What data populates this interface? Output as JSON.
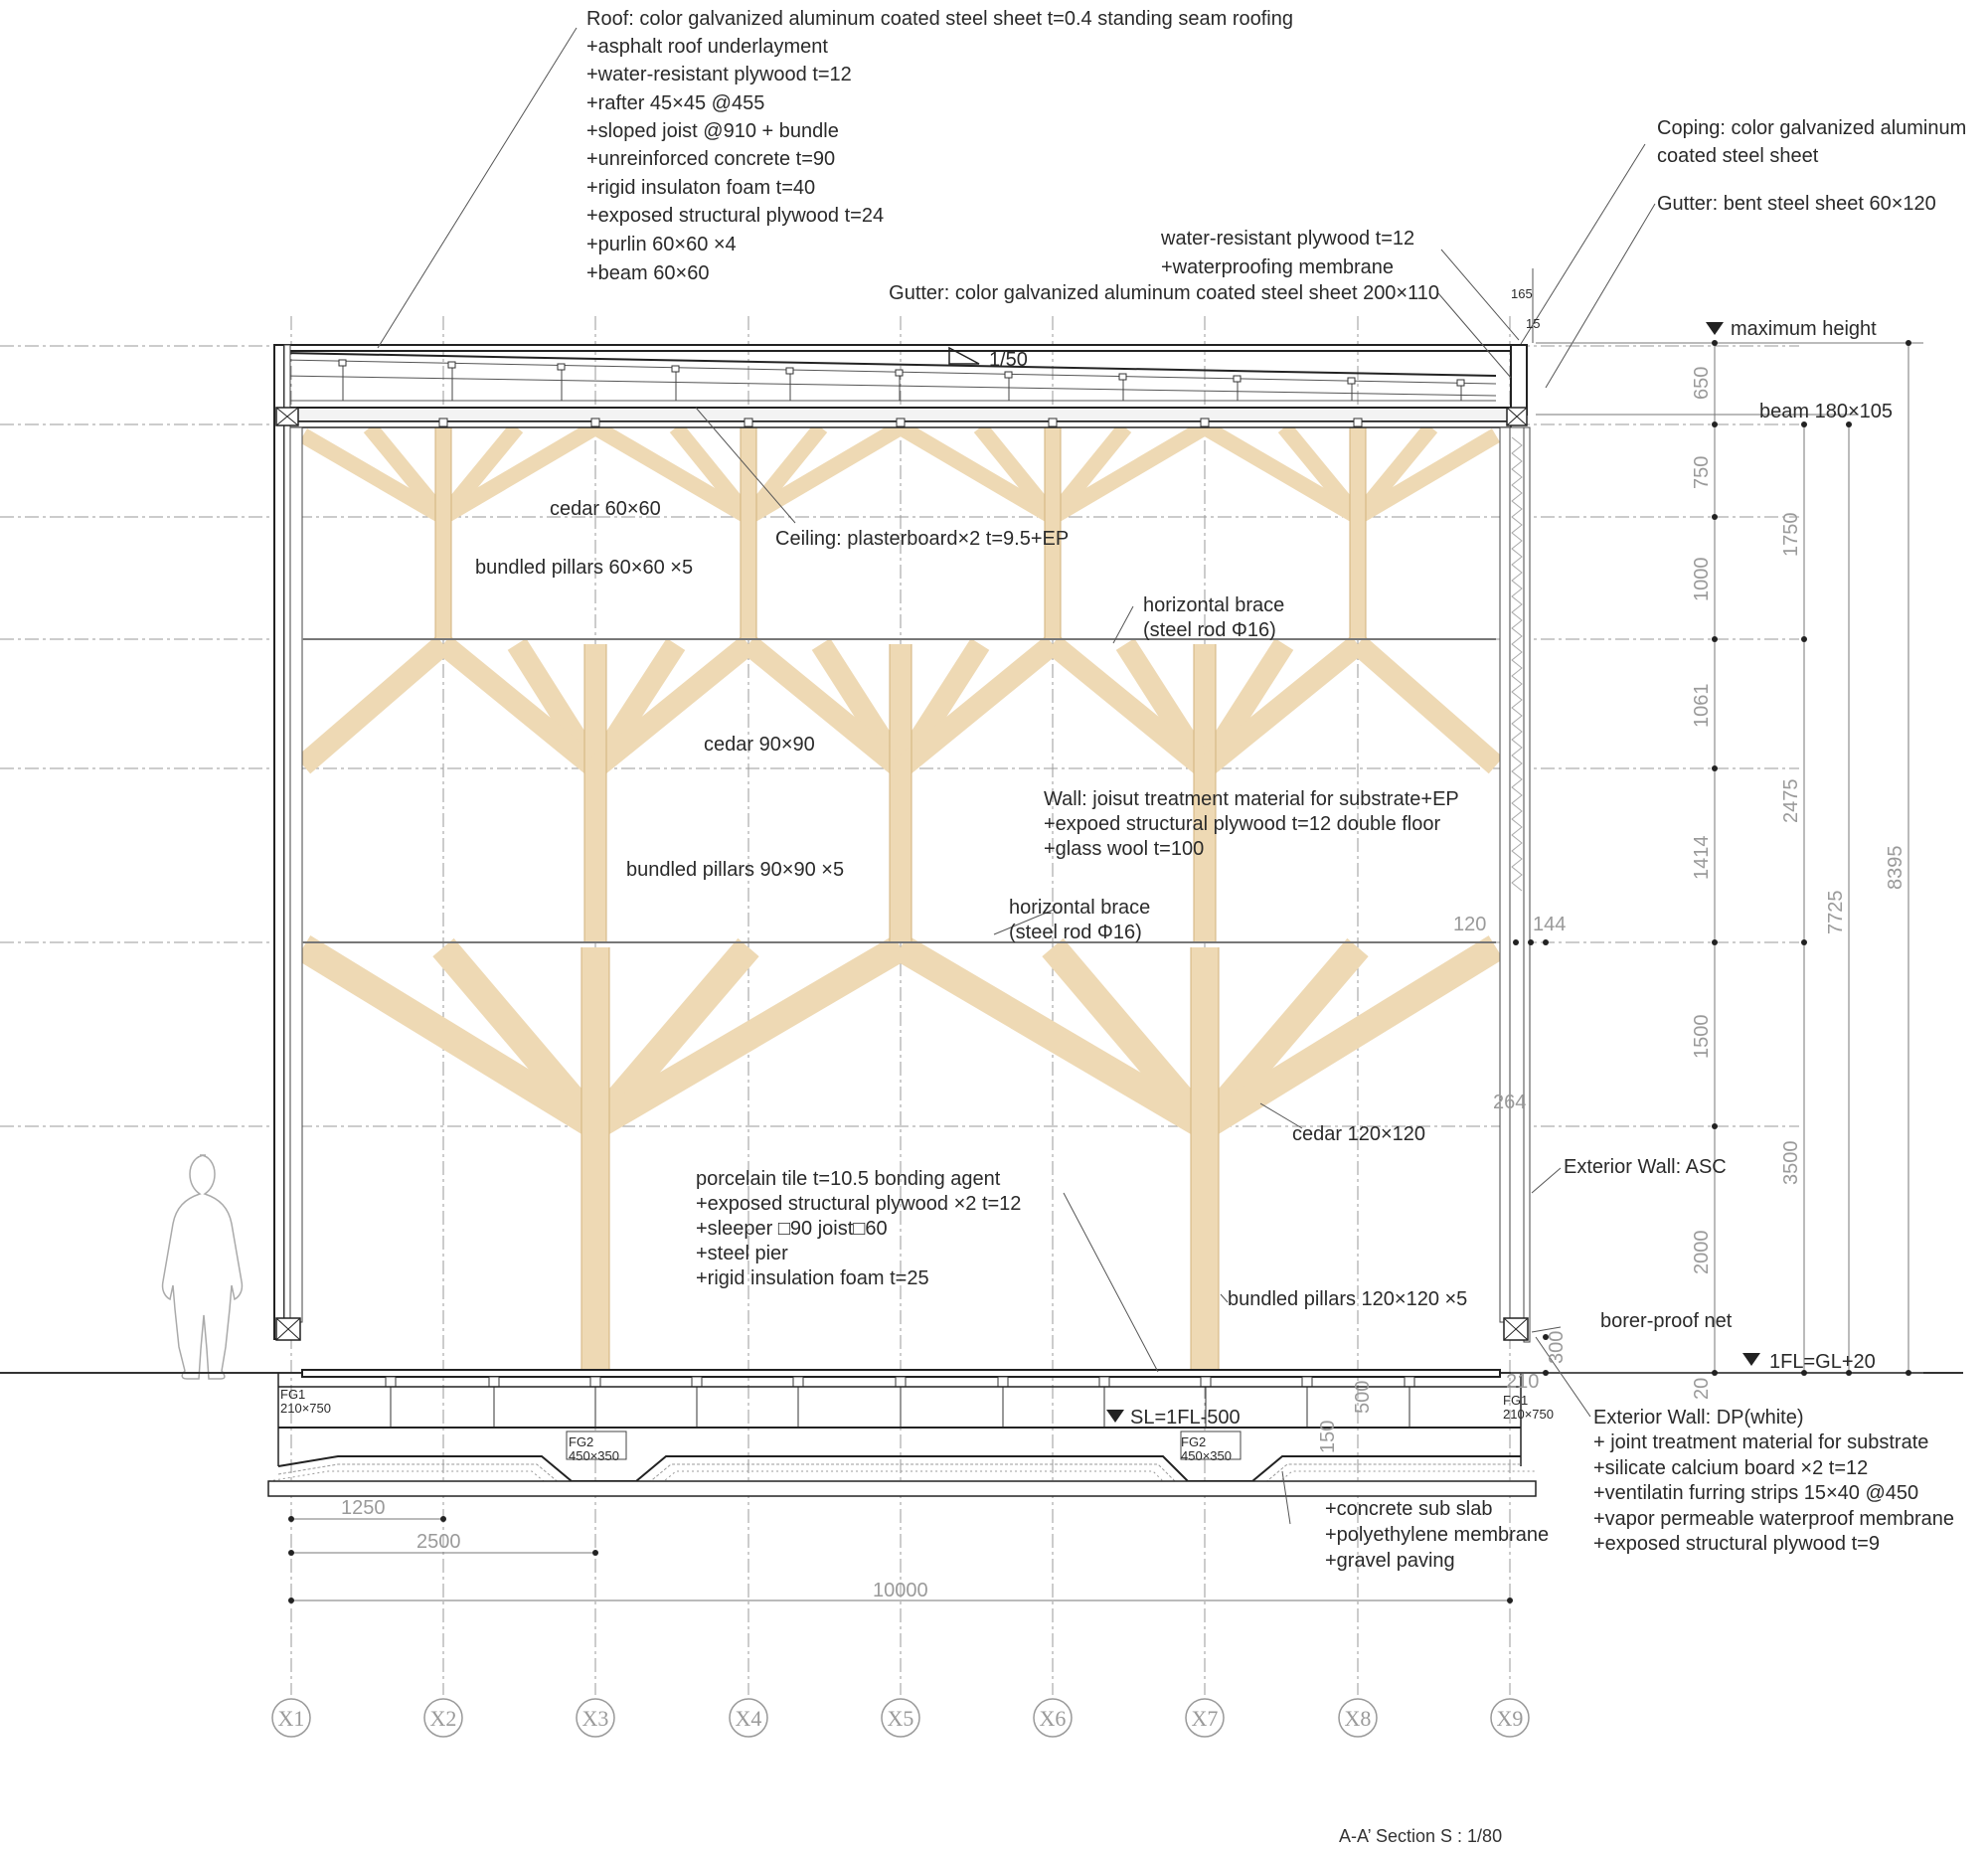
{
  "title": "A-A’ Section  S : 1/80",
  "slope": "1/50",
  "roof_spec": [
    "Roof: color galvanized aluminum coated steel sheet t=0.4 standing seam roofing",
    "+asphalt roof underlayment",
    "+water-resistant plywood t=12",
    "+rafter 45×45 @455",
    "+sloped joist @910 + bundle",
    "+unreinforced concrete t=90",
    "+rigid insulaton foam t=40",
    "+exposed structural plywood t=24",
    "+purlin 60×60 ×4",
    "+beam 60×60"
  ],
  "coping": [
    "Coping: color galvanized aluminum",
    "coated steel sheet"
  ],
  "gutter_steel": "Gutter: bent steel sheet 60×120",
  "parapet_spec": [
    "water-resistant plywood t=12",
    "+waterproofing membrane"
  ],
  "gutter_alu": "Gutter: color galvanized aluminum coated steel sheet 200×110",
  "level_labels": {
    "max_height": "maximum height",
    "beam": "beam 180×105",
    "fl": "1FL=GL+20",
    "sl": "SL=1FL-500"
  },
  "structure_labels": {
    "cedar60": "cedar 60×60",
    "ceiling": "Ceiling: plasterboard×2 t=9.5+EP",
    "pillars60": "bundled pillars 60×60 ×5",
    "brace1": [
      "horizontal brace",
      "(steel rod Φ16)"
    ],
    "cedar90": "cedar 90×90",
    "pillars90": "bundled pillars 90×90 ×5",
    "brace2": [
      "horizontal brace",
      "(steel rod Φ16)"
    ],
    "cedar120": "cedar 120×120",
    "pillars120": "bundled pillars 120×120 ×5"
  },
  "wall_spec": [
    "Wall: joisut treatment material for substrate+EP",
    "+expoed structural plywood t=12 double floor",
    "+glass wool t=100"
  ],
  "floor_spec": [
    "porcelain tile t=10.5 bonding agent",
    "+exposed structural plywood ×2 t=12",
    "+sleeper □90  joist□60",
    "+steel pier",
    "+rigid insulation foam t=25"
  ],
  "ext_wall_asc": "Exterior Wall: ASC",
  "borer_net": "borer-proof net",
  "ext_wall_dp": [
    "Exterior Wall: DP(white)",
    "+ joint treatment material for substrate",
    "+silicate calcium board ×2 t=12",
    "+ventilatin furring strips 15×40 @450",
    "+vapor permeable waterproof membrane",
    "+exposed structural plywood t=9"
  ],
  "slab_spec": [
    "+concrete sub slab",
    "+polyethylene membrane",
    "+gravel paving"
  ],
  "footings": {
    "fg1_left": [
      "FG1",
      "210×750"
    ],
    "fg1_right": [
      "FG1",
      "210×750"
    ],
    "fg2_a": [
      "FG2",
      "450×350"
    ],
    "fg2_b": [
      "FG2",
      "450×350"
    ]
  },
  "dims_right_col1": [
    "650",
    "750",
    "1000",
    "1061",
    "1414",
    "1500",
    "2000",
    "20"
  ],
  "dims_right_col2": [
    "1750",
    "2475",
    "3500"
  ],
  "dims_right_col3": "7725",
  "dims_right_col4": "8395",
  "dims_misc": {
    "d165": "165",
    "d15": "15",
    "d120": "120",
    "d144": "144",
    "d264": "264",
    "d300": "300",
    "d210": "210",
    "d500": "500",
    "d150": "150"
  },
  "dims_bottom": [
    "1250",
    "2500",
    "10000"
  ],
  "axes": [
    "X1",
    "X2",
    "X3",
    "X4",
    "X5",
    "X6",
    "X7",
    "X8",
    "X9"
  ]
}
